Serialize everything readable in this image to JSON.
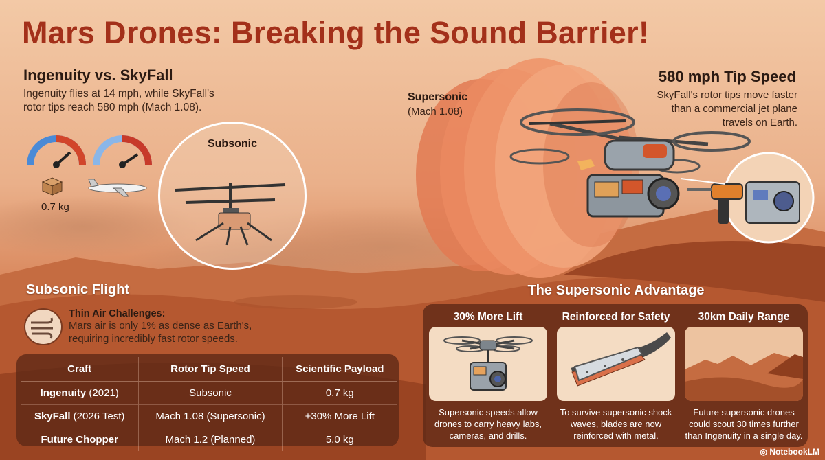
{
  "title": "Mars Drones: Breaking the Sound Barrier!",
  "intro": {
    "heading": "Ingenuity vs. SkyFall",
    "text": "Ingenuity flies at 14 mph, while SkyFall's rotor tips reach 580 mph (Mach 1.08).",
    "payload_label": "0.7 kg"
  },
  "subsonic_label": "Subsonic",
  "supersonic_label": {
    "line1": "Supersonic",
    "line2": "(Mach 1.08)"
  },
  "tip_speed": {
    "heading": "580 mph Tip Speed",
    "text": "SkyFall's rotor tips move faster than a commercial jet plane travels on Earth."
  },
  "subsonic_flight": {
    "heading": "Subsonic Flight",
    "challenge_title": "Thin Air Challenges:",
    "challenge_text": "Mars air is only 1% as dense as Earth's, requiring incredibly fast rotor speeds."
  },
  "table": {
    "headers": [
      "Craft",
      "Rotor Tip Speed",
      "Scientific Payload"
    ],
    "rows": [
      {
        "craft": "Ingenuity",
        "craft_note": " (2021)",
        "speed": "Subsonic",
        "payload": "0.7 kg"
      },
      {
        "craft": "SkyFall",
        "craft_note": " (2026 Test)",
        "speed": "Mach 1.08 (Supersonic)",
        "payload": "+30% More Lift"
      },
      {
        "craft": "Future Chopper",
        "craft_note": "",
        "speed": "Mach 1.2 (Planned)",
        "payload": "5.0 kg"
      }
    ]
  },
  "advantage": {
    "heading": "The Supersonic Advantage",
    "cards": [
      {
        "title": "30% More Lift",
        "icon": "camera-drone-icon",
        "text": "Supersonic speeds allow drones to carry heavy labs, cameras, and drills."
      },
      {
        "title": "Reinforced for Safety",
        "icon": "metal-blade-icon",
        "text": "To survive supersonic shock waves, blades are now reinforced with metal."
      },
      {
        "title": "30km Daily Range",
        "icon": "mars-landscape-icon",
        "text": "Future supersonic drones could scout 30 times further than Ingenuity in a single day."
      }
    ]
  },
  "brand": "NotebookLM",
  "colors": {
    "title": "#a3301a",
    "panel": "#5c2816",
    "accent_red": "#d2452a",
    "accent_blue": "#4a8ad6"
  }
}
